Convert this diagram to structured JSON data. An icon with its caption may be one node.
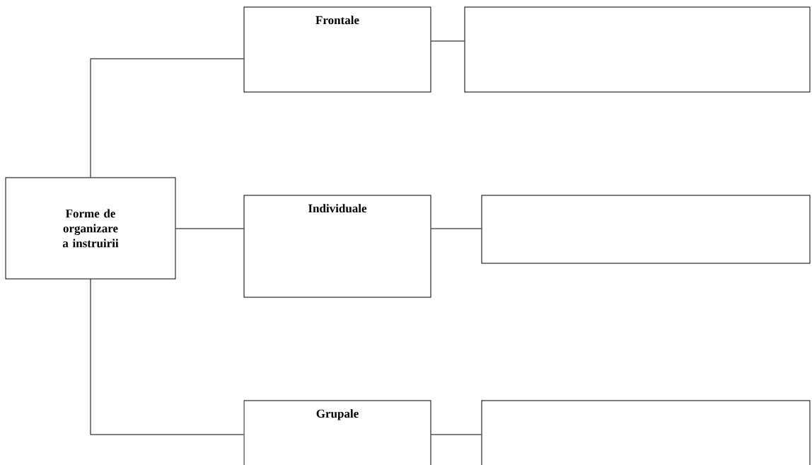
{
  "diagram": {
    "nodes": [
      {
        "text": [
          "Forme de organizare a instruirii"
        ]
      },
      {
        "text": [
          "Frontale"
        ]
      },
      {
        "text": [],
        "shape": "box"
      },
      {
        "text": [
          "Individuale"
        ]
      },
      {
        "text": [],
        "shape": "box"
      },
      {
        "text": [
          "Grupale"
        ]
      },
      {
        "text": [],
        "shape": "box"
      }
    ],
    "edges": [
      {
        "from": 0,
        "to": 1,
        "arrow": "none"
      },
      {
        "from": 0,
        "to": 3,
        "arrow": "none"
      },
      {
        "from": 0,
        "to": 5,
        "arrow": "none"
      },
      {
        "from": 1,
        "to": 2,
        "arrow": "none"
      },
      {
        "from": 3,
        "to": 4,
        "arrow": "none"
      },
      {
        "from": 5,
        "to": 6,
        "arrow": "none"
      }
    ]
  }
}
